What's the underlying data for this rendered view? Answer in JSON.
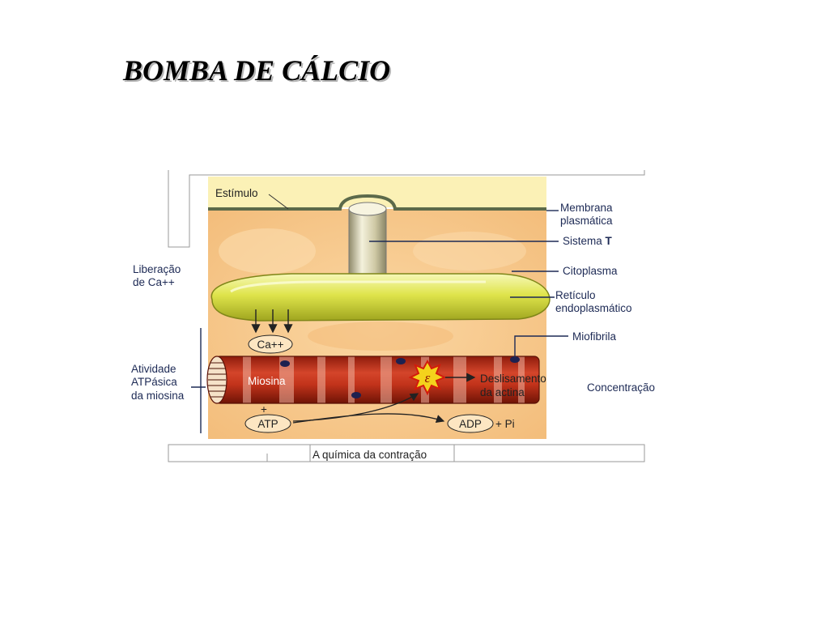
{
  "title": "BOMBA DE CÁLCIO",
  "labels": {
    "estimulo": "Estímulo",
    "membrana_1": "Membrana",
    "membrana_2": "plasmática",
    "sistema_t": "Sistema",
    "sistema_t_letter": "T",
    "citoplasma": "Citoplasma",
    "reticulo_1": "Retículo",
    "reticulo_2": "endoplasmático",
    "miofibrila": "Miofibrila",
    "liberacao_1": "Liberação",
    "liberacao_2": "de Ca++",
    "atividade_1": "Atividade",
    "atividade_2": "ATPásica",
    "atividade_3": "da miosina",
    "ca_ion": "Ca++",
    "miosina": "Miosina",
    "deslizamento_1": "Deslisamento",
    "deslizamento_2": "da actina",
    "energy_symbol": "ε",
    "concentracao": "Concentração",
    "plus": "+",
    "atp": "ATP",
    "adp": "ADP",
    "pi": "+ Pi"
  },
  "caption": "A química da contração",
  "colors": {
    "extracellular": "#fbf1b6",
    "cytoplasm": "#f7c98a",
    "reticulum": "#e3e85a",
    "fiber": "#c2331b",
    "label_line": "#1d2a55"
  }
}
